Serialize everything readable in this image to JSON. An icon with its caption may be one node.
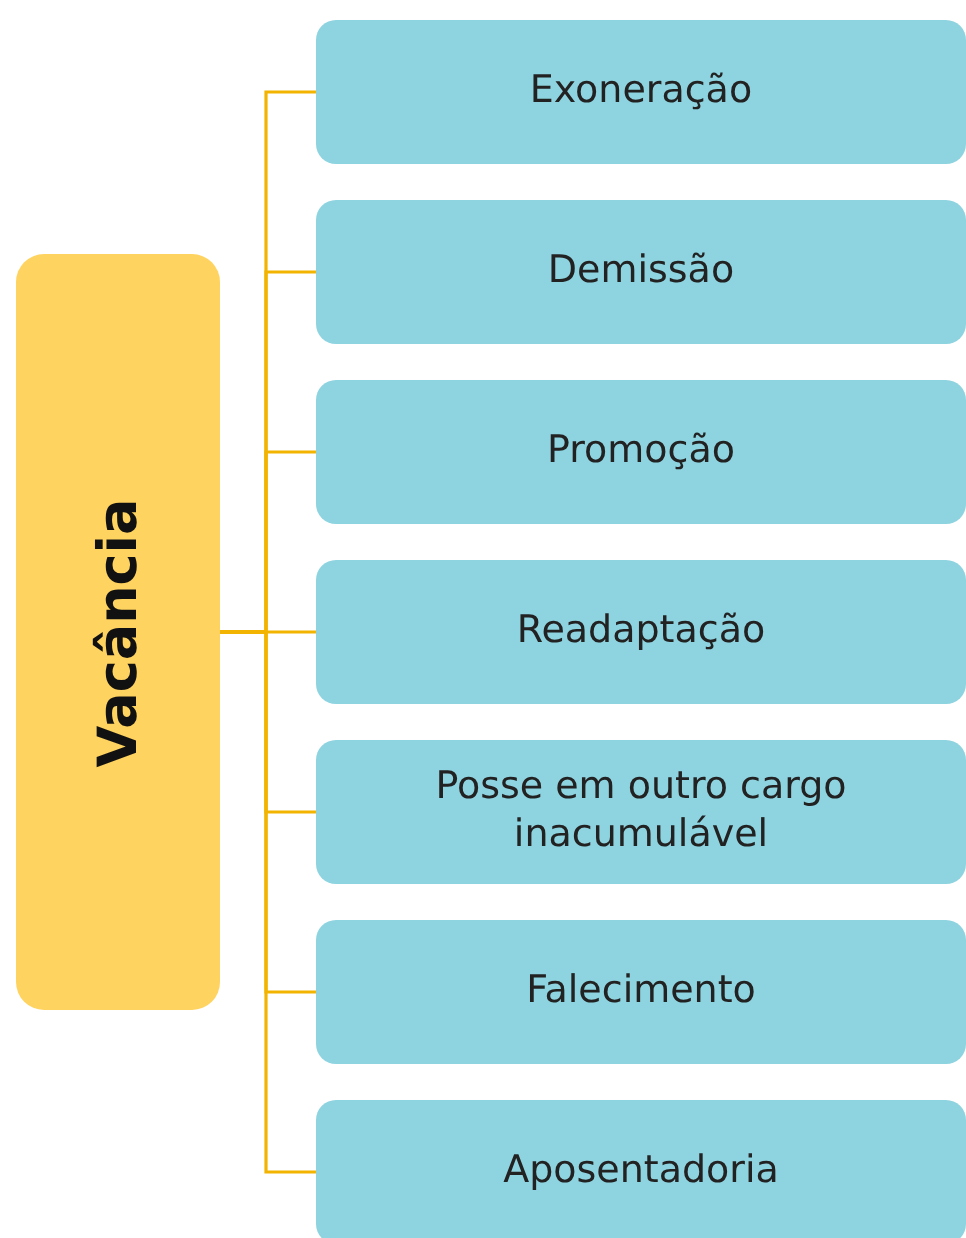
{
  "diagram": {
    "nodes": [
      {
        "text": [
          "Vacância"
        ]
      },
      {
        "text": [
          "Exoneração"
        ]
      },
      {
        "text": [
          "Demissão"
        ]
      },
      {
        "text": [
          "Promoção"
        ]
      },
      {
        "text": [
          "Readaptação"
        ]
      },
      {
        "text": [
          "Posse em outro cargo inacumulável"
        ]
      },
      {
        "text": [
          "Falecimento"
        ]
      },
      {
        "text": [
          "Aposentadoria"
        ]
      }
    ],
    "edges": [
      {
        "from": 0,
        "to": 1,
        "arrow": "none"
      },
      {
        "from": 0,
        "to": 2,
        "arrow": "none"
      },
      {
        "from": 0,
        "to": 3,
        "arrow": "none"
      },
      {
        "from": 0,
        "to": 4,
        "arrow": "none"
      },
      {
        "from": 0,
        "to": 5,
        "arrow": "none"
      },
      {
        "from": 0,
        "to": 6,
        "arrow": "none"
      },
      {
        "from": 0,
        "to": 7,
        "arrow": "none"
      }
    ]
  }
}
